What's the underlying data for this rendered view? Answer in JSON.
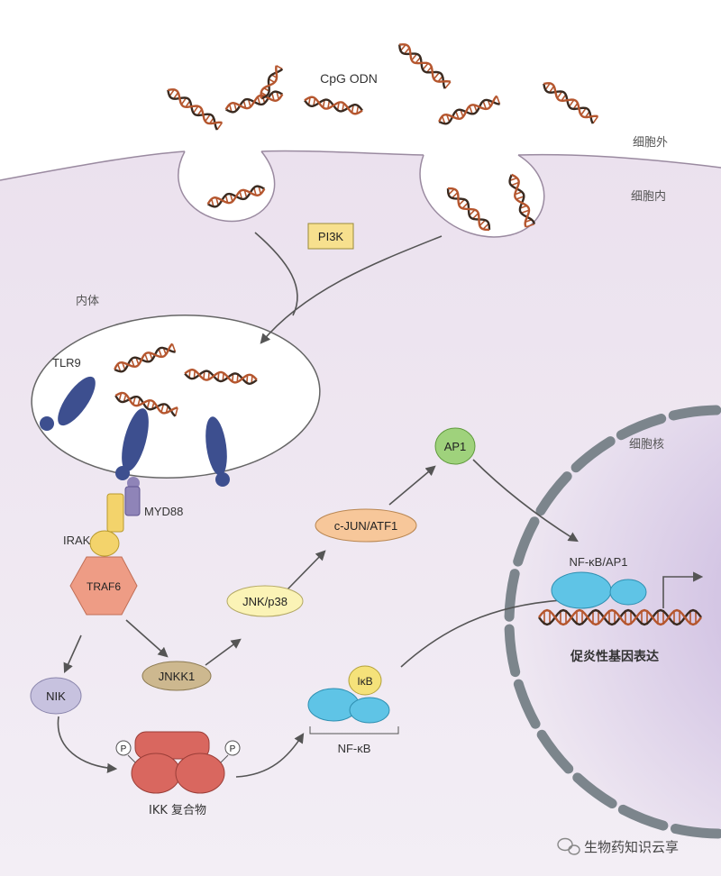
{
  "labels": {
    "cpg_odn": "CpG ODN",
    "outside_cell": "细胞外",
    "inside_cell": "细胞内",
    "pi3k": "PI3K",
    "endosome": "内体",
    "tlr9": "TLR9",
    "myd88": "MYD88",
    "irak": "IRAK",
    "traf6": "TRAF6",
    "nik": "NIK",
    "jnkk1": "JNKK1",
    "jnk_p38": "JNK/p38",
    "cjun_atf1": "c-JUN/ATF1",
    "ap1": "AP1",
    "nucleus": "细胞核",
    "nfkb_ap1": "NF-κB/AP1",
    "gene_expression": "促炎性基因表达",
    "ikb": "IκB",
    "nfkb": "NF-κB",
    "ikk_complex": "IKK 复合物",
    "phospho": "P",
    "watermark": "生物药知识云享"
  },
  "colors": {
    "cytoplasm": "#efe8f2",
    "outside": "#ffffff",
    "membrane": "#9a8aa0",
    "nucleus_fill": "#dcd0ea",
    "nucleus_envelope": "#7c858c",
    "dna_red": "#b5562e",
    "dna_dark": "#3a2a20",
    "tlr9": "#3d4f8f",
    "myd88": "#8f84b8",
    "irak": "#f3d36b",
    "traf6": "#ee9c85",
    "nik": "#c7c2df",
    "jnkk1": "#cdb88f",
    "jnk": "#fbf3b6",
    "cjun": "#f7c79a",
    "ap1": "#9fd27c",
    "nfkb": "#5fc4e6",
    "ikb": "#f5e27a",
    "ikk": "#d9675f",
    "pi3k": "#f7e08e",
    "arrow": "#555555"
  }
}
